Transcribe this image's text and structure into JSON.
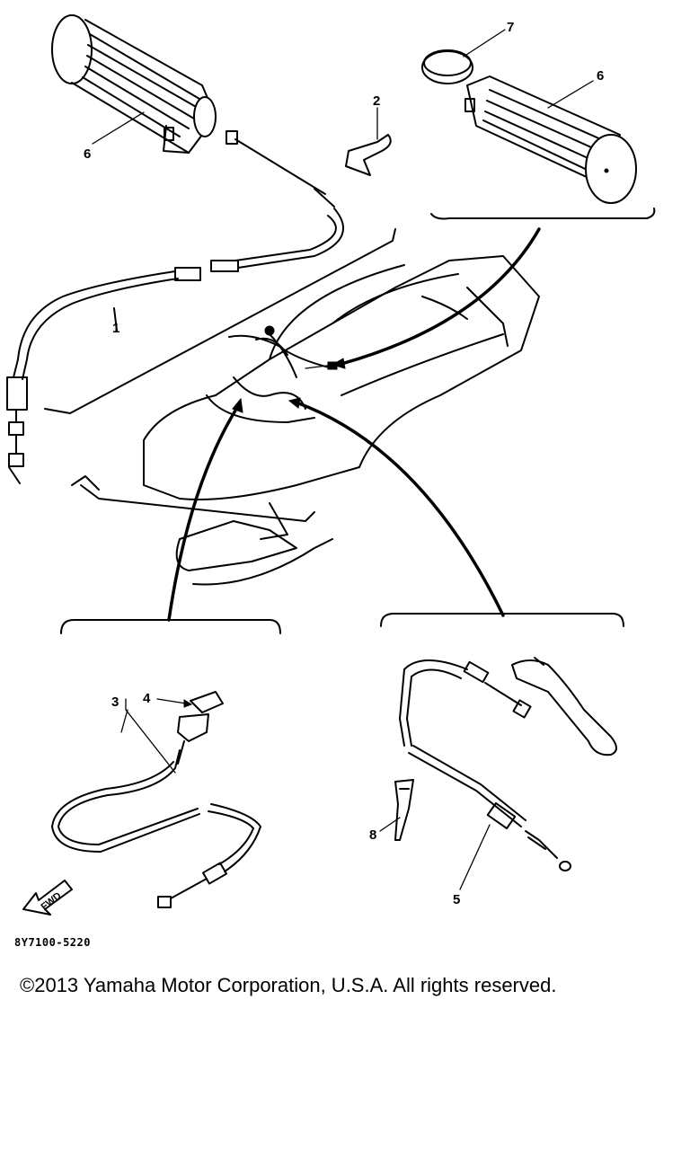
{
  "diagram": {
    "callouts": [
      "1",
      "2",
      "3",
      "4",
      "5",
      "6",
      "6",
      "7",
      "8"
    ],
    "fwd_label": "FWD",
    "drawing_code": "8Y7100-5220"
  },
  "footer": {
    "copyright": "©2013 Yamaha Motor Corporation, U.S.A. All rights reserved."
  }
}
